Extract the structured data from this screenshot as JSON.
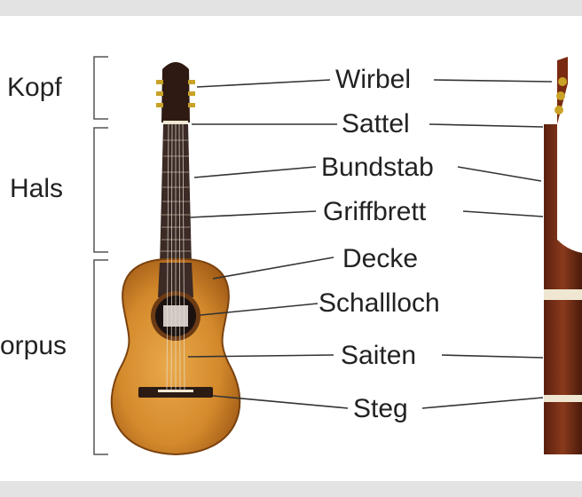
{
  "sections": {
    "kopf": "Kopf",
    "hals": "Hals",
    "korpus": "orpus"
  },
  "parts": {
    "wirbel": "Wirbel",
    "sattel": "Sattel",
    "bundstab": "Bundstab",
    "griffbrett": "Griffbrett",
    "decke": "Decke",
    "schallloch": "Schallloch",
    "saiten": "Saiten",
    "steg": "Steg"
  },
  "colors": {
    "frame_bar": "#e3e3e3",
    "guitar_body": "#d8902f",
    "fretboard": "#3b2a25",
    "leader_line": "#333333",
    "text": "#222222"
  }
}
